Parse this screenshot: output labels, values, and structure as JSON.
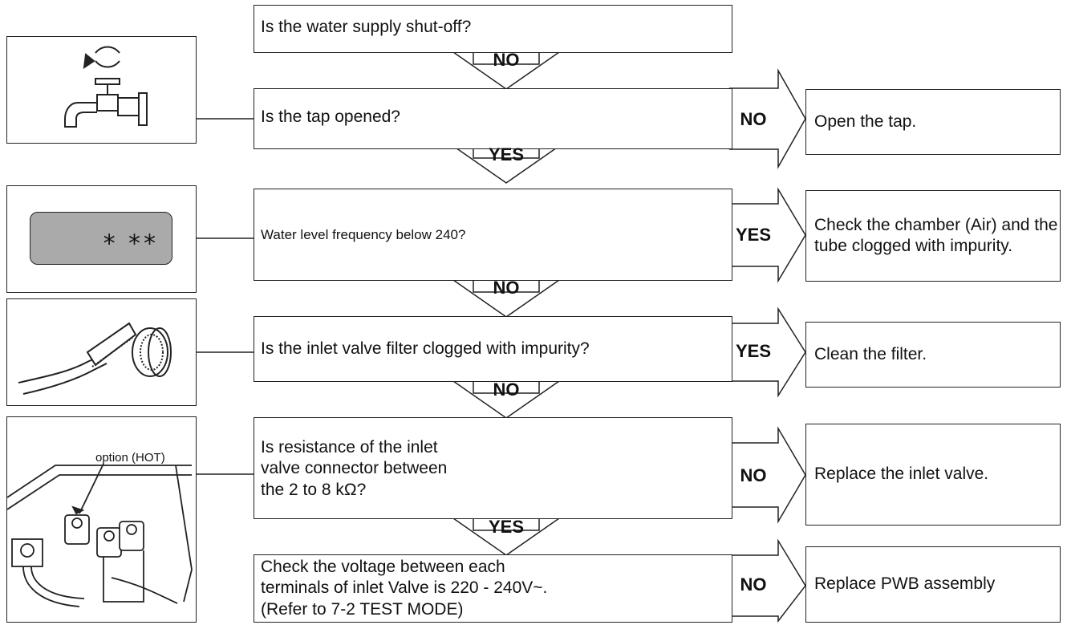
{
  "questions": [
    "Is the water supply shut-off?",
    "Is the tap opened?",
    "Water level frequency below 240?",
    "Is the inlet valve filter clogged with impurity?",
    "Is resistance of the inlet valve connector between the 2 to 8 kΩ?",
    "Check the voltage between each terminals of inlet Valve is 220 - 240V~. (Refer to 7-2 TEST MODE)"
  ],
  "down_labels": [
    "NO",
    "YES",
    "NO",
    "NO",
    "YES"
  ],
  "side_labels": [
    "NO",
    "YES",
    "YES",
    "NO",
    "NO"
  ],
  "results": [
    "Open the tap.",
    "Check the chamber (Air) and the tube clogged with impurity.",
    "Clean the filter.",
    "Replace the inlet valve.",
    "Replace PWB assembly"
  ],
  "images": {
    "display_text": "⁎ ⁎⁎",
    "valve_note": "option (HOT)"
  }
}
